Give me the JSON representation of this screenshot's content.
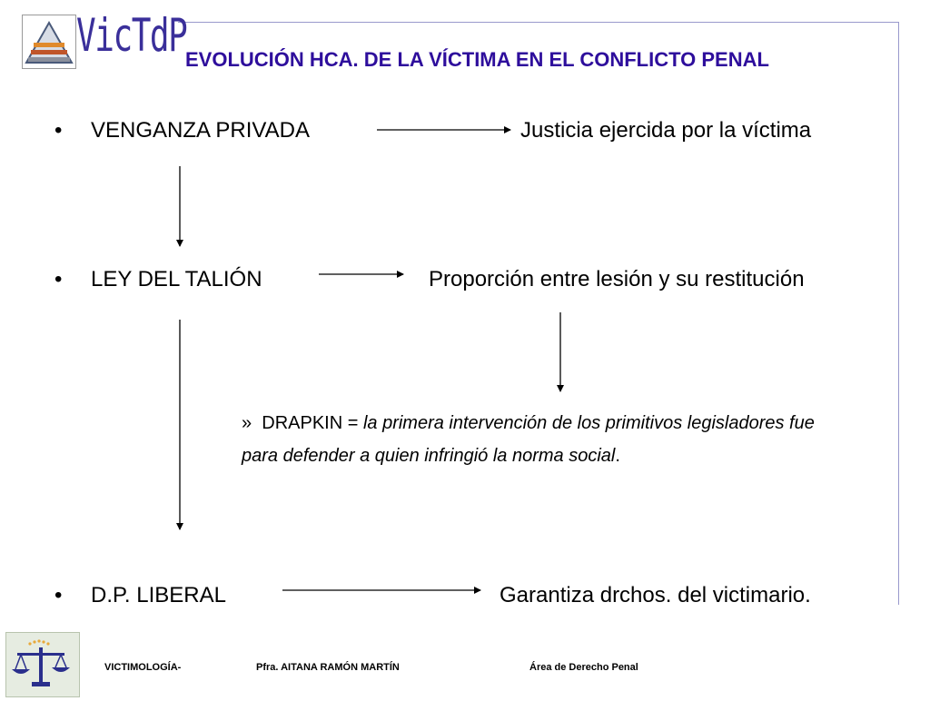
{
  "header": {
    "logo_text": "VicTdP",
    "title": "EVOLUCIÓN HCA. DE LA VÍCTIMA EN EL CONFLICTO PENAL"
  },
  "items": [
    {
      "bullet": "•",
      "label": "VENGANZA PRIVADA",
      "result": "Justicia ejercida por la víctima"
    },
    {
      "bullet": "•",
      "label": "LEY DEL TALIÓN",
      "result": "Proporción entre lesión y su restitución"
    },
    {
      "bullet": "•",
      "label": "D.P. LIBERAL",
      "result": "Garantiza drchos. del victimario."
    }
  ],
  "note": {
    "marker": "»",
    "prefix": "DRAPKIN = ",
    "italic": "la primera intervención de los primitivos legisladores fue para defender a quien infringió la norma social",
    "suffix": "."
  },
  "footer": {
    "left": "VICTIMOLOGÍA-",
    "center": "Pfra.  AITANA RAMÓN MARTÍN",
    "right": "Área de Derecho Penal"
  }
}
